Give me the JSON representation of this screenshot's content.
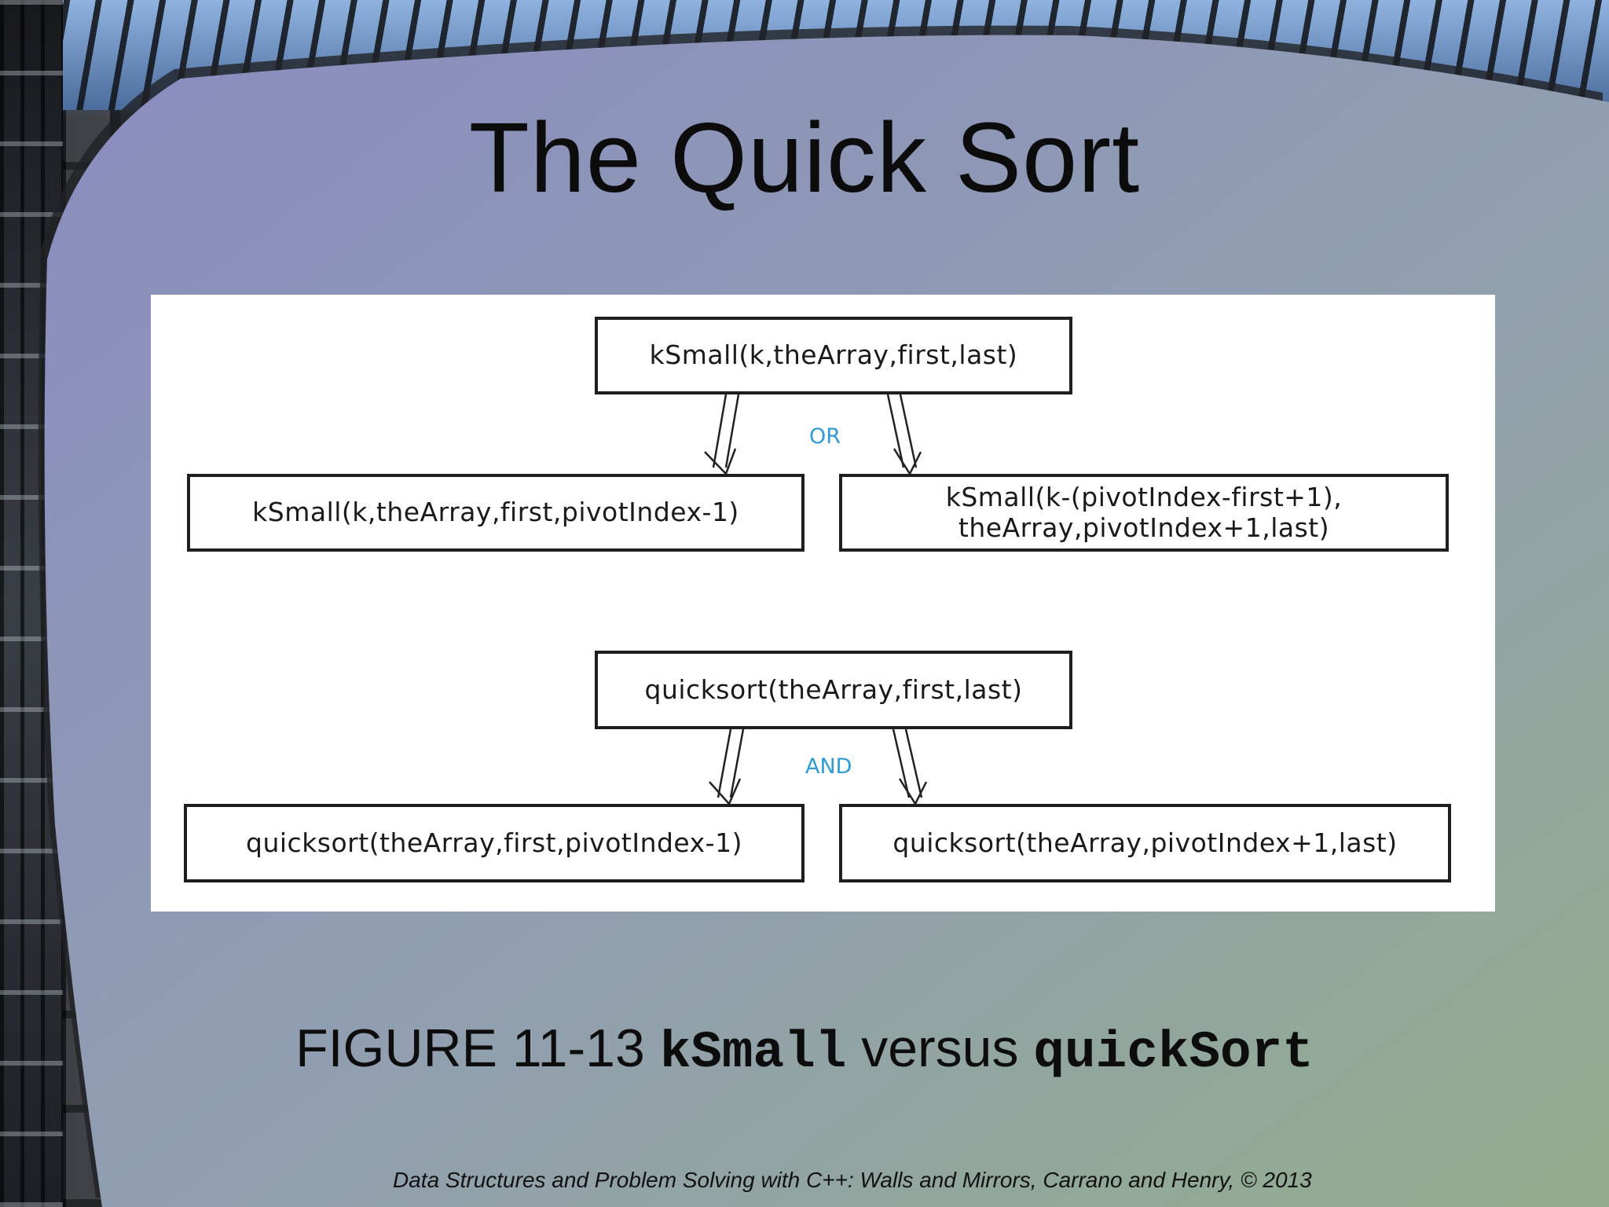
{
  "slide": {
    "title": "The Quick Sort",
    "caption_prefix": "FIGURE 11-13 ",
    "caption_code1": "kSmall",
    "caption_middle": " versus ",
    "caption_code2": "quickSort",
    "footer": "Data Structures and Problem Solving with C++: Walls and Mirrors, Carrano and Henry, ©  2013"
  },
  "diagram": {
    "ksmall_root": "kSmall(k,theArray,first,last)",
    "ksmall_left": "kSmall(k,theArray,first,pivotIndex-1)",
    "ksmall_right_line1": "kSmall(k-(pivotIndex-first+1),",
    "ksmall_right_line2": "theArray,pivotIndex+1,last)",
    "or_label": "OR",
    "quicksort_root": "quicksort(theArray,first,last)",
    "quicksort_left": "quicksort(theArray,first,pivotIndex-1)",
    "quicksort_right": "quicksort(theArray,pivotIndex+1,last)",
    "and_label": "AND",
    "colors": {
      "connector_label": "#2e9ad6",
      "panel_top": "#8a8fc0",
      "panel_bottom": "#93ab8e"
    }
  }
}
